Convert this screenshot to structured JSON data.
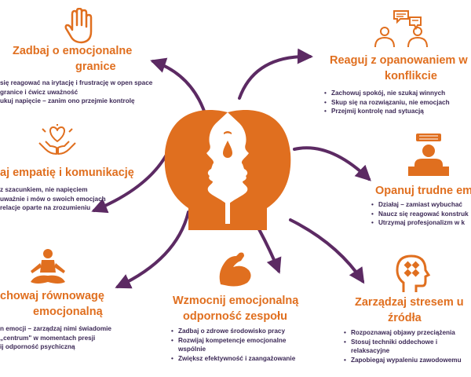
{
  "colors": {
    "accent": "#e06f1f",
    "text": "#3d2a57",
    "arrow": "#5c2a63"
  },
  "sections": {
    "top_left": {
      "title_line1": "Zadbaj o emocjonalne",
      "title_line2": "granice",
      "lines": [
        "się reagować na irytację i frustrację w open space",
        "granice i ćwicz uważność",
        "ukuj napięcie – zanim ono przejmie kontrolę"
      ]
    },
    "top_right": {
      "title_line1": "Reaguj z opanowaniem w",
      "title_line2": "konflikcie",
      "bullets": [
        "Zachowuj spokój, nie szukaj winnych",
        "Skup się na rozwiązaniu, nie emocjach",
        "Przejmij kontrolę nad sytuacją"
      ]
    },
    "mid_left": {
      "title": "aj empatię i komunikację",
      "lines": [
        "z szacunkiem, nie napięciem",
        "uważnie i mów o swoich emocjach",
        "relacje oparte na zrozumieniu"
      ]
    },
    "mid_right": {
      "title": "Opanuj trudne em",
      "bullets": [
        "Działaj – zamiast wybuchać",
        "Naucz się reagować konstruk",
        "Utrzymaj profesjonalizm w k"
      ]
    },
    "bottom_left": {
      "title_line1": "chowaj równowagę",
      "title_line2": "emocjonalną",
      "lines": [
        "n emocji – zarządzaj nimi świadomie",
        "„centrum\" w momentach presji",
        "ij odporność psychiczną"
      ]
    },
    "bottom_center": {
      "title_line1": "Wzmocnij emocjonalną",
      "title_line2": "odporność zespołu",
      "bullets": [
        "Zadbaj o zdrowe środowisko pracy",
        "Rozwijaj kompetencje emocjonalne",
        "Zwiększ efektywność i zaangażowanie"
      ],
      "bullet2_cont": "wspólnie"
    },
    "bottom_right": {
      "title_line1": "Zarządzaj stresem u",
      "title_line2": "źródła",
      "bullets": [
        "Rozpoznawaj objawy przeciążenia",
        "Stosuj techniki oddechowe i",
        "Zapobiegaj wypaleniu zawodowemu"
      ],
      "bullet2_cont": "relaksacyjne"
    }
  }
}
